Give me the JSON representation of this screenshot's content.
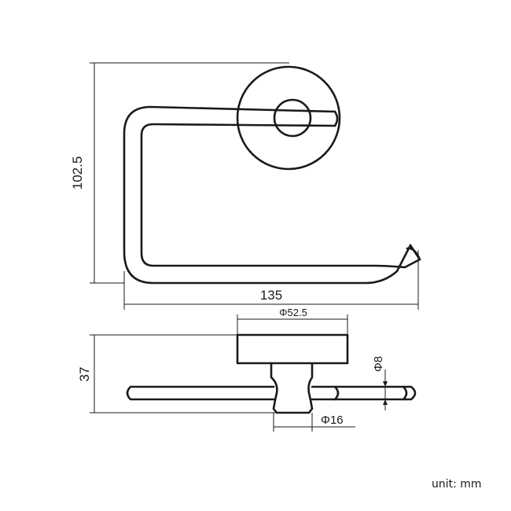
{
  "dimensions": {
    "height": "102.5",
    "width": "135",
    "base_diameter": "Φ52.5",
    "depth": "37",
    "rod_diameter": "Φ8",
    "post_diameter": "Φ16"
  },
  "unit_label": "unit: mm"
}
